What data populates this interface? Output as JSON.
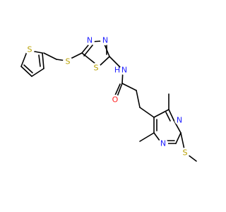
{
  "molecule": {
    "atom_labels": {
      "thiophene_s": "S",
      "thioether_s": "S",
      "thiadiazole_n3": "N",
      "thiadiazole_n4": "N",
      "thiadiazole_s": "S",
      "amide_n": "N",
      "amide_h": "H",
      "carbonyl_o": "O",
      "pyrimidine_n1": "N",
      "pyrimidine_n3": "N",
      "methylthio_s": "S"
    },
    "colors": {
      "bond": "#000000",
      "sulfur": "#B8A000",
      "nitrogen": "#2020FF",
      "oxygen": "#FF2020"
    }
  }
}
